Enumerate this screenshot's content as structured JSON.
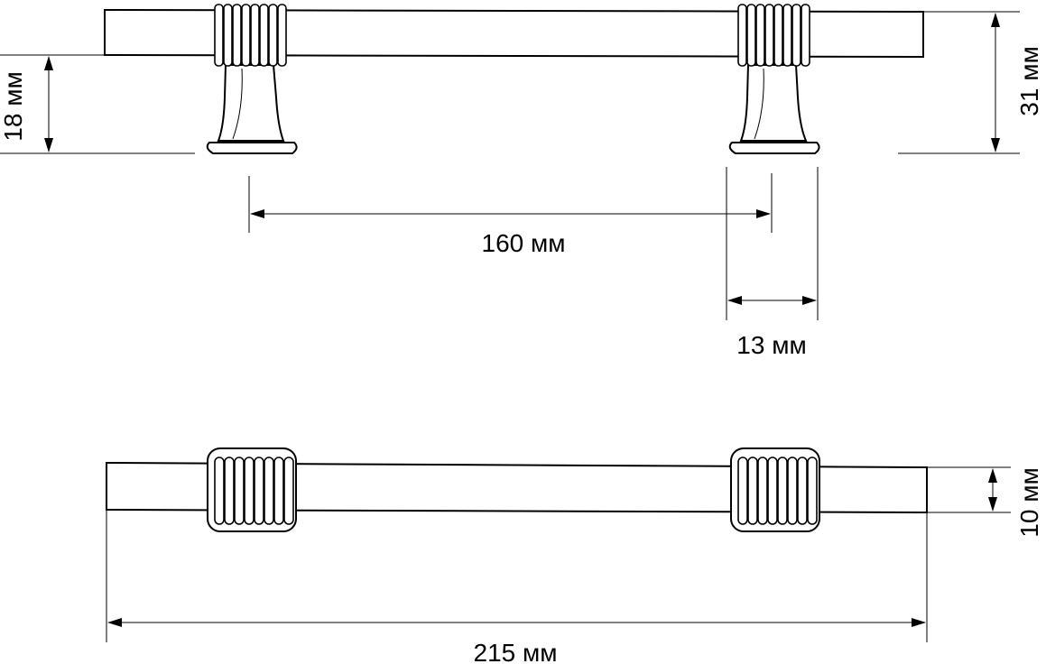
{
  "drawing": {
    "colors": {
      "line": "#000000",
      "fill": "#ffffff",
      "background": "#ffffff"
    },
    "views": [
      "side-view",
      "top-view"
    ],
    "dimensions": {
      "mount_height": "18 мм",
      "total_height": "31 мм",
      "hole_spacing": "160 мм",
      "base_width": "13 мм",
      "bar_thickness": "10 мм",
      "total_length": "215 мм"
    }
  }
}
